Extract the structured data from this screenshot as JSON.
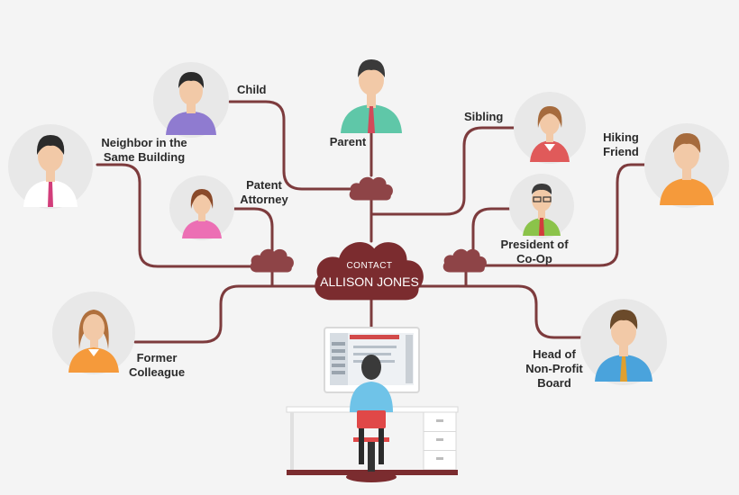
{
  "center": {
    "line1": "CONTACT",
    "line2": "ALLISON JONES"
  },
  "contacts": {
    "child": "Child",
    "parent": "Parent",
    "sibling": "Sibling",
    "hiking_friend": "Hiking\nFriend",
    "neighbor": "Neighbor in the\nSame Building",
    "patent_attorney": "Patent\nAttorney",
    "president_coop": "President of\nCo-Op",
    "former_colleague": "Former\nColleague",
    "head_nonprofit": "Head of\nNon-Profit\nBoard"
  },
  "colors": {
    "connector": "#7d3b3d",
    "cloud": "#8e4447",
    "center_cloud": "#7b2c2f",
    "avatar_bg": "#e8e8e8",
    "skin": "#f2c9a7"
  }
}
